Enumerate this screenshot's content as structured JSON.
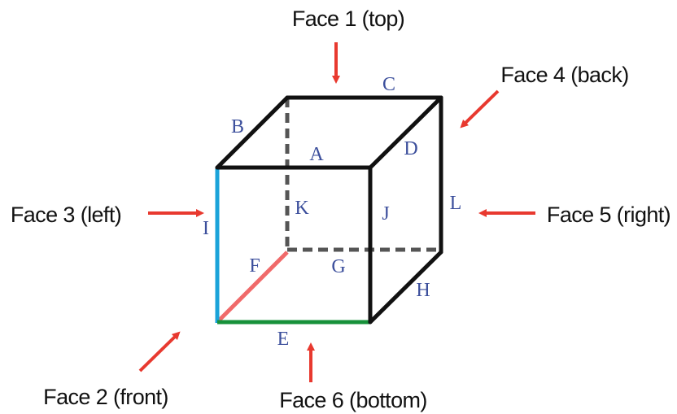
{
  "faces": {
    "top": "Face 1 (top)",
    "front": "Face 2 (front)",
    "left": "Face 3 (left)",
    "back": "Face 4 (back)",
    "right": "Face 5 (right)",
    "bottom": "Face 6 (bottom)"
  },
  "edges": {
    "A": "A",
    "B": "B",
    "C": "C",
    "D": "D",
    "E": "E",
    "F": "F",
    "G": "G",
    "H": "H",
    "I": "I",
    "J": "J",
    "K": "K",
    "L": "L"
  },
  "colors": {
    "edge": "#111111",
    "hidden_edge": "#555555",
    "edge_I": "#1aa3d9",
    "edge_E": "#17913a",
    "edge_F": "#f06a6a",
    "arrow": "#e8392f",
    "edge_label": "#3c4f9c"
  }
}
